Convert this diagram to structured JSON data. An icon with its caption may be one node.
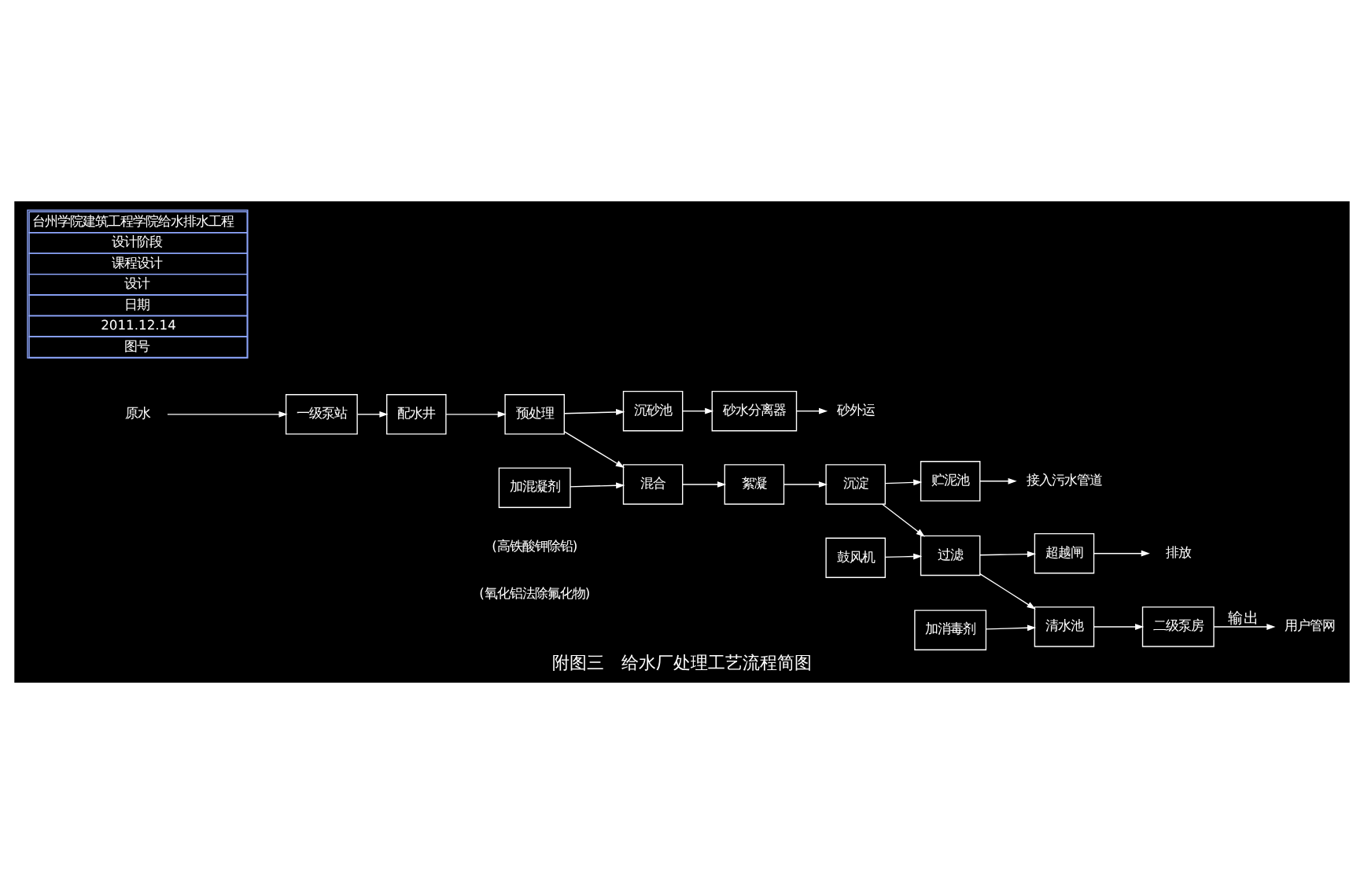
{
  "diagram": {
    "caption": "附图三　给水厂处理工艺流程简图",
    "nodes": [
      {
        "text": [
          "原水"
        ]
      },
      {
        "text": [
          "一级泵站"
        ]
      },
      {
        "text": [
          "配水井"
        ]
      },
      {
        "text": [
          "预处理"
        ]
      },
      {
        "text": [
          "混合"
        ]
      },
      {
        "text": [
          "絮凝"
        ]
      },
      {
        "text": [
          "沉淀"
        ]
      },
      {
        "text": [
          "过滤"
        ]
      },
      {
        "text": [
          "清水池"
        ]
      },
      {
        "text": [
          "二级泵房"
        ]
      },
      {
        "text": [
          "用户管网"
        ]
      },
      {
        "text": [
          "沉砂池"
        ]
      },
      {
        "text": [
          "砂水分离器"
        ]
      },
      {
        "text": [
          "砂外运"
        ]
      },
      {
        "text": [
          "加混凝剂"
        ],
        "beside": [
          "(高铁酸钾除铅)",
          "(氧化铝法除氟化物)"
        ]
      },
      {
        "text": [
          "鼓风机"
        ]
      },
      {
        "text": [
          "贮泥池"
        ]
      },
      {
        "text": [
          "接入污水管道"
        ]
      },
      {
        "text": [
          "加消毒剂"
        ]
      },
      {
        "text": [
          "超越闸"
        ]
      },
      {
        "text": [
          "排放"
        ]
      }
    ],
    "edges": [
      {
        "from": 0,
        "to": 1,
        "arrow": "to"
      },
      {
        "from": 1,
        "to": 2,
        "arrow": "to"
      },
      {
        "from": 2,
        "to": 3,
        "arrow": "to"
      },
      {
        "from": 3,
        "to": 4,
        "arrow": "to"
      },
      {
        "from": 4,
        "to": 5,
        "arrow": "to"
      },
      {
        "from": 5,
        "to": 6,
        "arrow": "to"
      },
      {
        "from": 6,
        "to": 7,
        "arrow": "to"
      },
      {
        "from": 7,
        "to": 8,
        "arrow": "to"
      },
      {
        "from": 8,
        "to": 9,
        "arrow": "to"
      },
      {
        "from": 9,
        "to": 10,
        "arrow": "to",
        "label": "输出"
      },
      {
        "from": 3,
        "to": 11,
        "arrow": "to"
      },
      {
        "from": 11,
        "to": 12,
        "arrow": "to"
      },
      {
        "from": 12,
        "to": 13,
        "arrow": "to"
      },
      {
        "from": 14,
        "to": 4,
        "arrow": "to"
      },
      {
        "from": 15,
        "to": 7,
        "arrow": "to"
      },
      {
        "from": 6,
        "to": 16,
        "arrow": "to"
      },
      {
        "from": 16,
        "to": 17,
        "arrow": "to"
      },
      {
        "from": 18,
        "to": 8,
        "arrow": "to"
      },
      {
        "from": 7,
        "to": 19,
        "arrow": "to"
      },
      {
        "from": 19,
        "to": 20,
        "arrow": "to"
      }
    ],
    "labels": [
      "台州学院建筑工程学院给水排水工程",
      "设计阶段",
      "课程设计",
      "设计",
      "日期",
      "2011.12.14",
      "图号"
    ]
  }
}
